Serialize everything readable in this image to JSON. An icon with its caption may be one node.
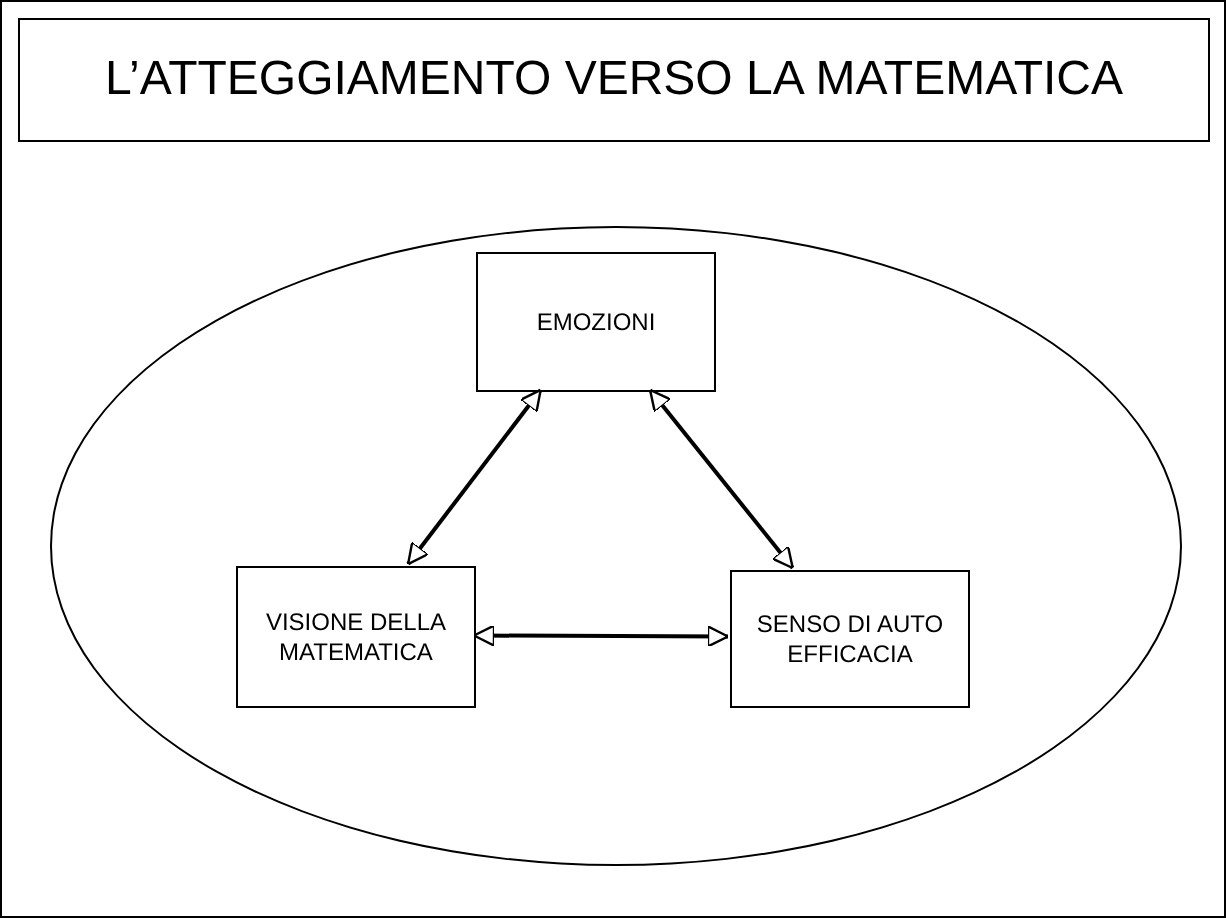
{
  "diagram": {
    "title": "L’ATTEGGIAMENTO VERSO LA MATEMATICA",
    "nodes": [
      {
        "text": [],
        "shape": "ellipse"
      },
      {
        "text": [
          "EMOZIONI"
        ],
        "in": 0
      },
      {
        "text": [
          "VISIONE DELLA MATEMATICA"
        ],
        "in": 0
      },
      {
        "text": [
          "SENSO DI AUTO EFFICACIA"
        ],
        "in": 0
      }
    ],
    "edges": [
      {
        "from": 1,
        "to": 2,
        "arrow": "both"
      },
      {
        "from": 1,
        "to": 3,
        "arrow": "both"
      },
      {
        "from": 2,
        "to": 3,
        "arrow": "both"
      }
    ]
  }
}
